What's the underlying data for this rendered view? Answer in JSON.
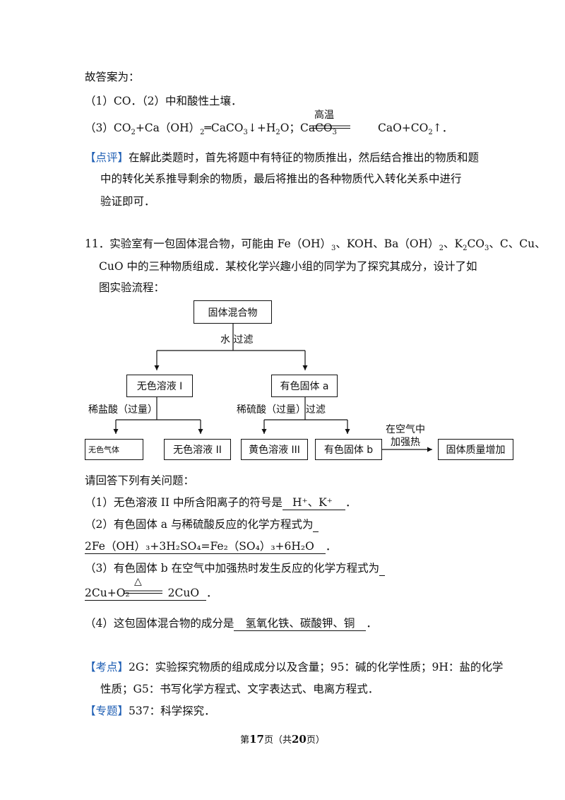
{
  "answer_intro": "故答案为：",
  "answer_1": "（1）CO．（2）中和酸性土壤．",
  "answer_3": {
    "prefix": "（3）CO",
    "t1": "+Ca（OH）",
    "t2": "═CaCO",
    "t3": "↓+H",
    "t4": "O；CaCO",
    "t5": "CaO+CO",
    "t6": "↑．",
    "condition": "高温"
  },
  "review": {
    "tag": "【点评】",
    "line1": "在解此类题时，首先将题中有特征的物质推出，然后结合推出的物质和题",
    "line2": "中的转化关系推导剩余的物质，最后将推出的各种物质代入转化关系中进行",
    "line3": "验证即可．"
  },
  "q11": {
    "line1a": "11．实验室有一包固体混合物，可能由 Fe（OH）",
    "line1b": "、KOH、Ba（OH）",
    "line1c": "、K",
    "line1d": "CO",
    "line1e": "、C、Cu、",
    "line2": "CuO 中的三种物质组成．某校化学兴趣小组的同学为了探究其成分，设计了如",
    "line3": "图实验流程："
  },
  "flow": {
    "top": "固体混合物",
    "step1": "水 过滤",
    "left_mid": "无色溶液 I",
    "right_mid": "有色固体 a",
    "left_reagent": "稀盐酸（过量）",
    "right_reagent": "稀硫酸（过量）过滤",
    "gas": "无色气体",
    "sol2": "无色溶液 II",
    "sol3": "黄色溶液 III",
    "solid_b": "有色固体 b",
    "heat1": "在空气中",
    "heat2": "加强热",
    "result": "固体质量增加"
  },
  "questions": {
    "intro": "请回答下列有关问题：",
    "q1_prefix": "（1）无色溶液 II 中所含阳离子的符号是",
    "q1_answer": "H⁺、K⁺",
    "q2_prefix": "（2）有色固体 a 与稀硫酸反应的化学方程式为",
    "q2_eq": "2Fe（OH）₃+3H₂SO₄=Fe₂（SO₄）₃+6H₂O",
    "q3_prefix": "（3）有色固体 b 在空气中加强热时发生反应的化学方程式为",
    "q3_eq_left": "2Cu+O₂",
    "q3_eq_right": "2CuO",
    "q3_condition": "△",
    "q4_prefix": "（4）这包固体混合物的成分是",
    "q4_answer": "氢氧化铁、碳酸钾、铜"
  },
  "kaodian": {
    "tag": "【考点】",
    "line1": "2G：实验探究物质的组成成分以及含量；95：碱的化学性质；9H：盐的化学",
    "line2": "性质；G5：书写化学方程式、文字表达式、电离方程式．"
  },
  "zhuanti": {
    "tag": "【专题】",
    "text": "537：科学探究．"
  },
  "footer": {
    "a": "第",
    "page": "17",
    "b": "页（共",
    "total": "20",
    "c": "页）"
  }
}
